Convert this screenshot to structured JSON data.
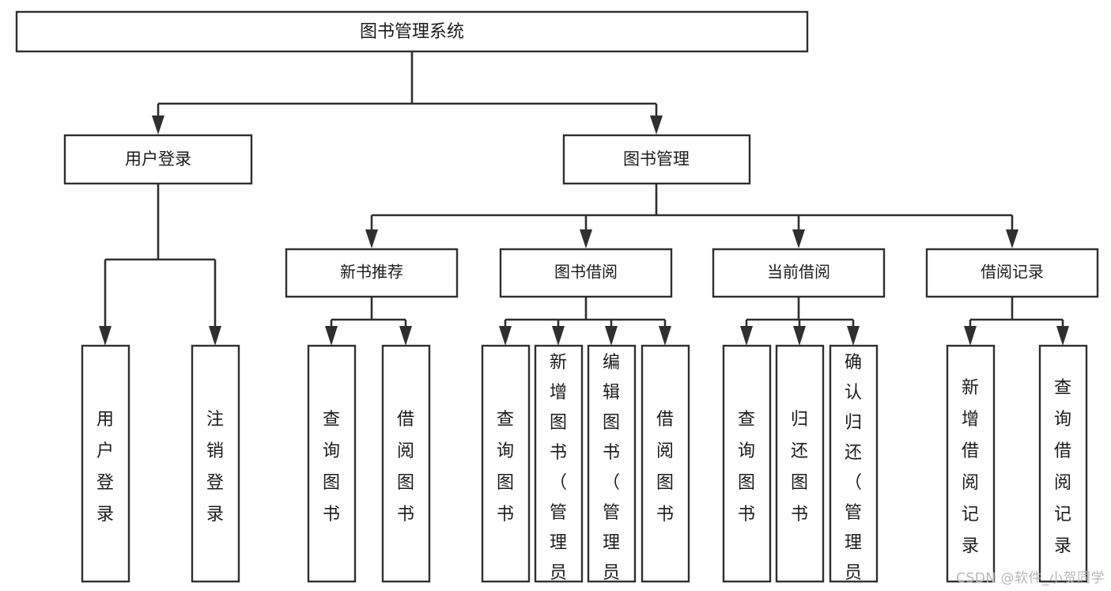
{
  "diagram": {
    "type": "tree",
    "title": "图书管理系统",
    "root": {
      "id": "root",
      "label": "图书管理系统"
    },
    "level2": [
      {
        "id": "user-login",
        "label": "用户登录"
      },
      {
        "id": "book-manage",
        "label": "图书管理"
      }
    ],
    "level3": [
      {
        "id": "new-book-recommend",
        "label": "新书推荐",
        "parent": "book-manage"
      },
      {
        "id": "book-borrow",
        "label": "图书借阅",
        "parent": "book-manage"
      },
      {
        "id": "current-borrow",
        "label": "当前借阅",
        "parent": "book-manage"
      },
      {
        "id": "borrow-record",
        "label": "借阅记录",
        "parent": "book-manage"
      }
    ],
    "leaves": [
      {
        "id": "leaf-user-login",
        "label": "用户登录",
        "parent": "user-login"
      },
      {
        "id": "leaf-user-logout",
        "label": "注销登录",
        "parent": "user-login"
      },
      {
        "id": "leaf-query-book-1",
        "label": "查询图书",
        "parent": "new-book-recommend"
      },
      {
        "id": "leaf-borrow-book-1",
        "label": "借阅图书",
        "parent": "new-book-recommend"
      },
      {
        "id": "leaf-query-book-2",
        "label": "查询图书",
        "parent": "book-borrow"
      },
      {
        "id": "leaf-add-book",
        "label": "新增图书（管理员）",
        "parent": "book-borrow"
      },
      {
        "id": "leaf-edit-book",
        "label": "编辑图书（管理员）",
        "parent": "book-borrow"
      },
      {
        "id": "leaf-borrow-book-2",
        "label": "借阅图书",
        "parent": "book-borrow"
      },
      {
        "id": "leaf-query-book-3",
        "label": "查询图书",
        "parent": "current-borrow"
      },
      {
        "id": "leaf-return-book",
        "label": "归还图书",
        "parent": "current-borrow"
      },
      {
        "id": "leaf-confirm-return",
        "label": "确认归还（管理员）",
        "parent": "current-borrow"
      },
      {
        "id": "leaf-add-record",
        "label": "新增借阅记录",
        "parent": "borrow-record"
      },
      {
        "id": "leaf-query-record",
        "label": "查询借阅记录",
        "parent": "borrow-record"
      }
    ]
  },
  "colors": {
    "stroke": "#2f2f2f",
    "fill": "#ffffff",
    "text": "#1b1b1b",
    "watermark": "#b8b8b8"
  },
  "watermark": {
    "text": "CSDN @软件_小贺同学"
  }
}
